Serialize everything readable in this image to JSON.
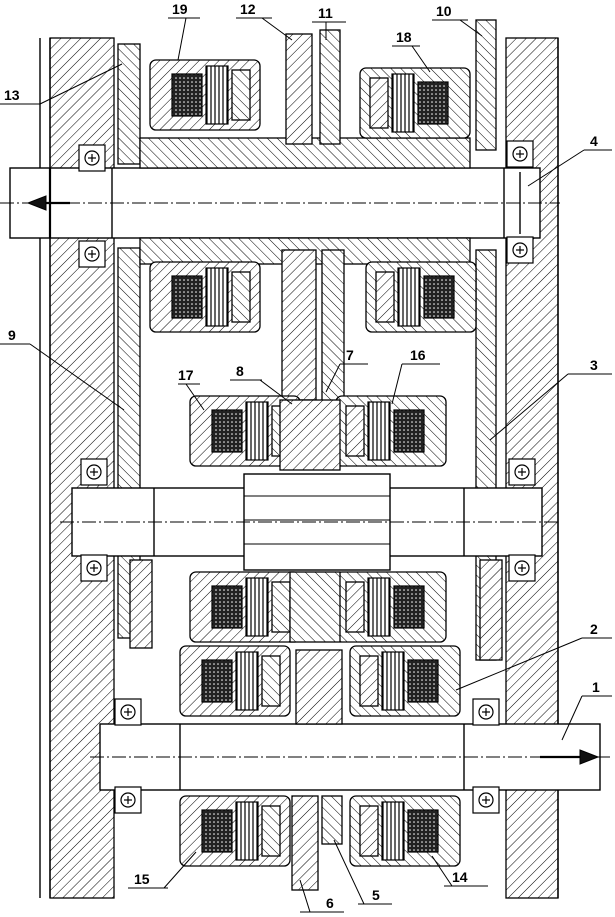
{
  "labels": [
    {
      "id": "1",
      "text": "1"
    },
    {
      "id": "2",
      "text": "2"
    },
    {
      "id": "3",
      "text": "3"
    },
    {
      "id": "4",
      "text": "4"
    },
    {
      "id": "5",
      "text": "5"
    },
    {
      "id": "6",
      "text": "6"
    },
    {
      "id": "7",
      "text": "7"
    },
    {
      "id": "8",
      "text": "8"
    },
    {
      "id": "9",
      "text": "9"
    },
    {
      "id": "10",
      "text": "10"
    },
    {
      "id": "11",
      "text": "11"
    },
    {
      "id": "12",
      "text": "12"
    },
    {
      "id": "13",
      "text": "13"
    },
    {
      "id": "14",
      "text": "14"
    },
    {
      "id": "15",
      "text": "15"
    },
    {
      "id": "16",
      "text": "16"
    },
    {
      "id": "17",
      "text": "17"
    },
    {
      "id": "18",
      "text": "18"
    },
    {
      "id": "19",
      "text": "19"
    }
  ],
  "colors": {
    "ink": "#000000",
    "paper": "#ffffff"
  }
}
